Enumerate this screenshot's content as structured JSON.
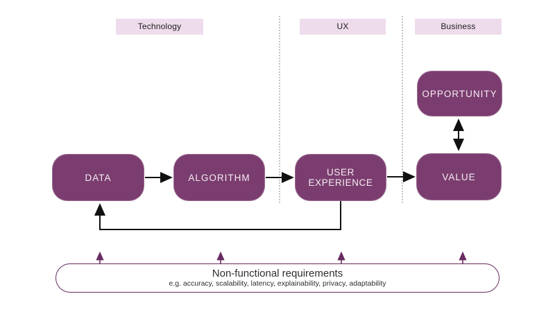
{
  "diagram": {
    "lanes": [
      {
        "label": "Technology"
      },
      {
        "label": "UX"
      },
      {
        "label": "Business"
      }
    ],
    "nodes": [
      {
        "id": "data",
        "label": "DATA"
      },
      {
        "id": "algorithm",
        "label": "ALGORITHM"
      },
      {
        "id": "user-experience",
        "label": "USER EXPERIENCE"
      },
      {
        "id": "value",
        "label": "VALUE"
      },
      {
        "id": "opportunity",
        "label": "OPPORTUNITY"
      }
    ],
    "connections": [
      {
        "from": "data",
        "to": "algorithm",
        "type": "arrow"
      },
      {
        "from": "algorithm",
        "to": "user-experience",
        "type": "arrow"
      },
      {
        "from": "user-experience",
        "to": "value",
        "type": "arrow"
      },
      {
        "from": "value",
        "to": "opportunity",
        "type": "double-arrow"
      },
      {
        "from": "user-experience",
        "to": "data",
        "type": "feedback-arrow"
      },
      {
        "from": "non-functional-requirements",
        "to": "all-lanes",
        "type": "upward-arrows"
      }
    ],
    "footer": {
      "title": "Non-functional requirements",
      "subtitle": "e.g. accuracy, scalability, latency, explainability, privacy, adaptability"
    }
  },
  "colors": {
    "node_fill": "#7b3d6f",
    "node_text": "#f4ecf3",
    "lane_bg": "#eedcec",
    "lane_text": "#1c1c1c",
    "arrow_black": "#111111",
    "accent_purple": "#682c60",
    "divider_gray": "#c4c4c4",
    "footer_text": "#2d2d2d",
    "canvas_bg": "#ffffff"
  }
}
